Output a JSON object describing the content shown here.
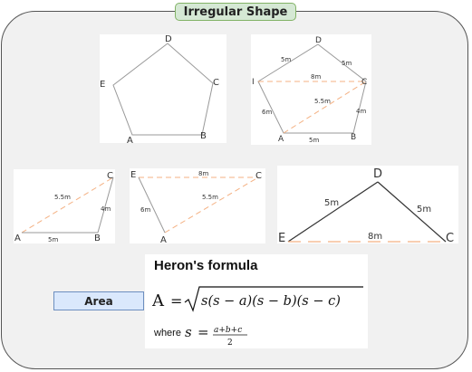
{
  "title": "Irregular Shape",
  "area_label": "Area",
  "formula": {
    "title": "Heron's formula",
    "lhs": "A",
    "equals": "=",
    "radicand": "s(s − a)(s − b)(s − c)",
    "where_text": "where",
    "s_symbol": "s",
    "s_equals": "=",
    "numerator": "a+b+c",
    "denominator": "2"
  },
  "pentagon": {
    "vertices": {
      "a": "A",
      "b": "B",
      "c": "C",
      "d": "D",
      "e": "E"
    }
  },
  "pentagon_split": {
    "vertices": {
      "a": "A",
      "b": "B",
      "c": "C",
      "d": "D",
      "e": "I"
    },
    "lengths": {
      "ed": "5m",
      "dc": "5m",
      "ec": "8m",
      "ea": "6m",
      "ac": "5.5m",
      "cb": "4m",
      "ab": "5m"
    }
  },
  "triangle_abc": {
    "vertices": {
      "a": "A",
      "b": "B",
      "c": "C"
    },
    "lengths": {
      "ac": "5.5m",
      "bc": "4m",
      "ab": "5m"
    }
  },
  "triangle_eac": {
    "vertices": {
      "e": "E",
      "a": "A",
      "c": "C"
    },
    "lengths": {
      "ec": "8m",
      "ea": "6m",
      "ac": "5.5m"
    }
  },
  "triangle_edc": {
    "vertices": {
      "e": "E",
      "d": "D",
      "c": "C"
    },
    "lengths": {
      "ed": "5m",
      "dc": "5m",
      "ec": "8m"
    }
  },
  "colors": {
    "frame_bg": "#f1f1f1",
    "title_fill": "#d5e8d4",
    "title_border": "#82b366",
    "area_fill": "#dae8fc",
    "area_border": "#6c8ebf",
    "dashed_line": "#f4b183",
    "solid_line": "#999999"
  }
}
